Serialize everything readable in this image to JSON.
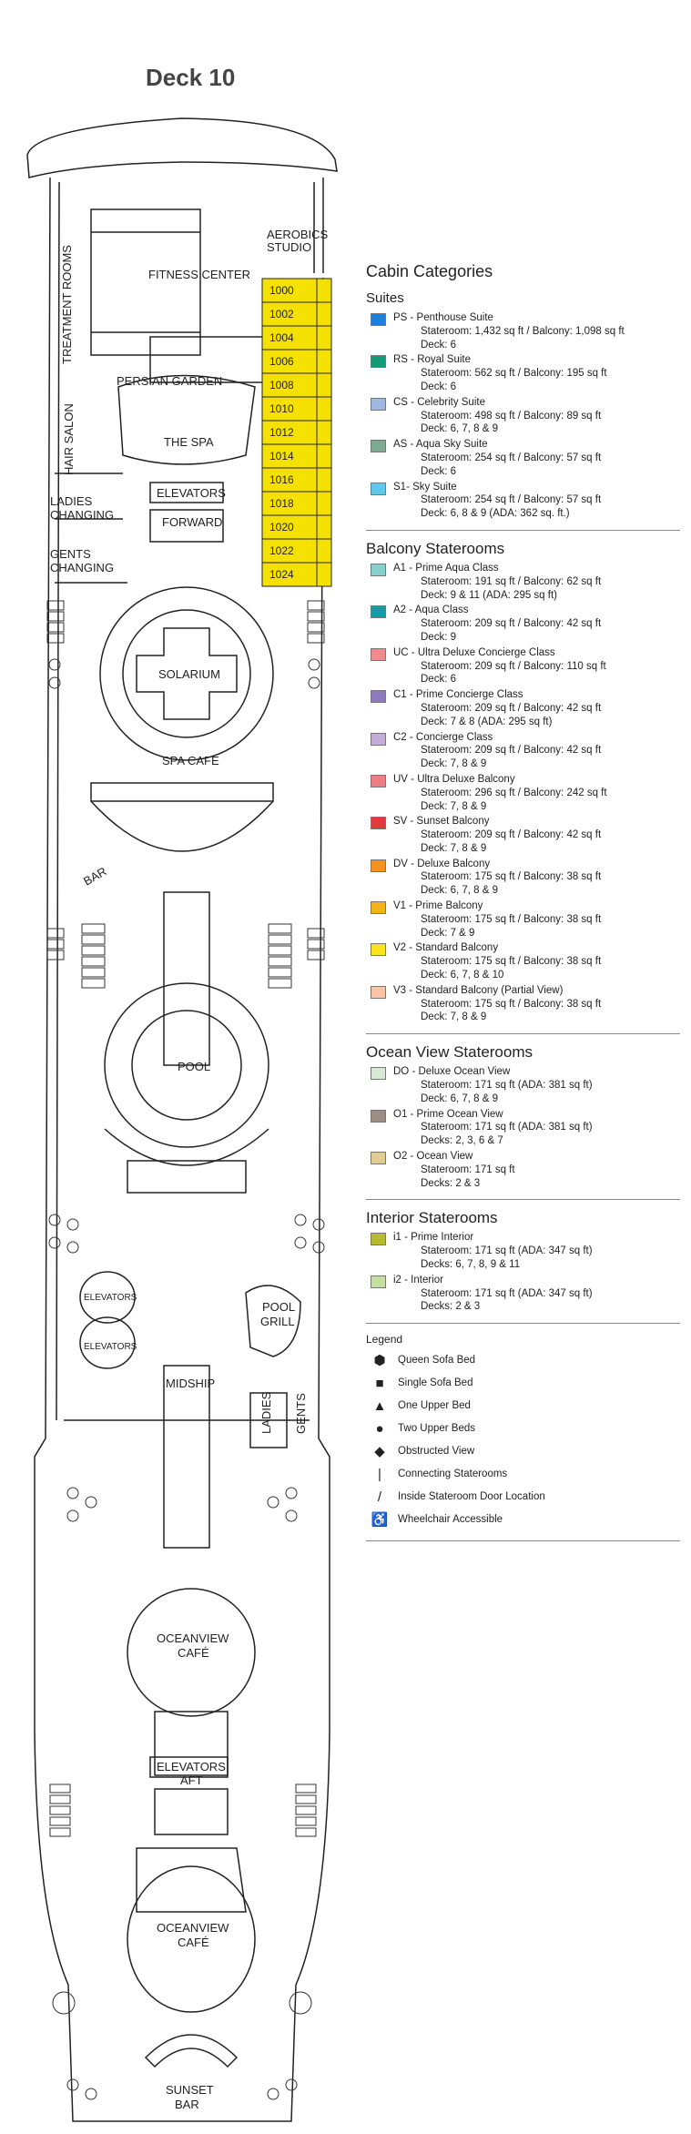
{
  "deck_title": "Deck 10",
  "ship_labels": {
    "aerobics_studio_1": "AEROBICS",
    "aerobics_studio_2": "STUDIO",
    "fitness_center": "FITNESS CENTER",
    "treatment_rooms": "TREATMENT ROOMS",
    "persian_garden": "PERSIAN GARDEN",
    "hair_salon": "HAIR SALON",
    "the_spa": "THE SPA",
    "elevators_forward": "ELEVATORS",
    "ladies_changing_1": "LADIES",
    "ladies_changing_2": "CHANGING",
    "forward": "FORWARD",
    "gents_changing_1": "GENTS",
    "gents_changing_2": "CHANGING",
    "solarium": "SOLARIUM",
    "spa_cafe": "SPA CAFÉ",
    "bar": "BAR",
    "pool": "POOL",
    "elevators_mid_1": "ELEVATORS",
    "elevators_mid_2": "ELEVATORS",
    "pool_grill_1": "POOL",
    "pool_grill_2": "GRILL",
    "midship": "MIDSHIP",
    "ladies": "LADIES",
    "gents": "GENTS",
    "oceanview_cafe_1a": "OCEANVIEW",
    "oceanview_cafe_1b": "CAFÉ",
    "elevators_aft": "ELEVATORS",
    "aft": "AFT",
    "oceanview_cafe_2a": "OCEANVIEW",
    "oceanview_cafe_2b": "CAFÉ",
    "sunset_bar_1": "SUNSET",
    "sunset_bar_2": "BAR"
  },
  "cabins": [
    "1000",
    "1002",
    "1004",
    "1006",
    "1008",
    "1010",
    "1012",
    "1014",
    "1016",
    "1018",
    "1020",
    "1022",
    "1024"
  ],
  "colors": {
    "cabin_fill": "#f5e100",
    "ps": "#1e7fd8",
    "rs": "#139a78",
    "cs": "#9fb8e0",
    "as": "#7fa895",
    "s1": "#5ec8ef",
    "a1": "#86d0cf",
    "a2": "#1799a5",
    "uc": "#ef8a8d",
    "c1": "#8f79b9",
    "c2": "#c2aed8",
    "uv": "#ee7d86",
    "sv": "#e0393f",
    "dv": "#f19222",
    "v1": "#f4b21d",
    "v2": "#fbe41a",
    "v3": "#f8c5a8",
    "do": "#d7e8d4",
    "o1": "#9d8e83",
    "o2": "#e2cc94",
    "i1": "#b7ba2c",
    "i2": "#c4e0a3"
  },
  "legend": {
    "heading": "Cabin Categories",
    "suites": {
      "title": "Suites",
      "items": [
        {
          "key": "ps",
          "name": "PS - Penthouse Suite",
          "lines": [
            "Stateroom: 1,432 sq ft / Balcony: 1,098 sq ft",
            "Deck: 6"
          ]
        },
        {
          "key": "rs",
          "name": "RS - Royal Suite",
          "lines": [
            "Stateroom: 562 sq ft / Balcony: 195 sq ft",
            "Deck: 6"
          ]
        },
        {
          "key": "cs",
          "name": "CS - Celebrity Suite",
          "lines": [
            "Stateroom: 498 sq ft / Balcony: 89 sq ft",
            "Deck: 6, 7, 8 & 9"
          ]
        },
        {
          "key": "as",
          "name": "AS - Aqua Sky Suite",
          "lines": [
            "Stateroom: 254 sq ft / Balcony: 57 sq ft",
            "Deck: 6"
          ]
        },
        {
          "key": "s1",
          "name": "S1- Sky Suite",
          "lines": [
            "Stateroom: 254 sq ft / Balcony: 57 sq ft",
            "Deck: 6, 8 & 9     (ADA: 362 sq. ft.)"
          ]
        }
      ]
    },
    "balcony": {
      "title": "Balcony Staterooms",
      "items": [
        {
          "key": "a1",
          "name": "A1 - Prime Aqua Class",
          "lines": [
            "Stateroom: 191 sq ft / Balcony: 62 sq ft",
            "Deck: 9 & 11   (ADA: 295 sq ft)"
          ]
        },
        {
          "key": "a2",
          "name": "A2 - Aqua Class",
          "lines": [
            "Stateroom: 209 sq ft / Balcony: 42 sq ft",
            "Deck: 9"
          ]
        },
        {
          "key": "uc",
          "name": "UC - Ultra Deluxe Concierge Class",
          "lines": [
            "Stateroom: 209 sq ft / Balcony: 110 sq ft",
            "Deck: 6"
          ]
        },
        {
          "key": "c1",
          "name": "C1 - Prime Concierge Class",
          "lines": [
            "Stateroom: 209 sq ft / Balcony: 42 sq ft",
            "Deck: 7 & 8    (ADA: 295 sq ft)"
          ]
        },
        {
          "key": "c2",
          "name": "C2 - Concierge Class",
          "lines": [
            "Stateroom: 209 sq ft / Balcony: 42 sq ft",
            "Deck: 7, 8 & 9"
          ]
        },
        {
          "key": "uv",
          "name": "UV - Ultra Deluxe Balcony",
          "lines": [
            "Stateroom: 296 sq ft / Balcony: 242 sq ft",
            "Deck: 7, 8 & 9"
          ]
        },
        {
          "key": "sv",
          "name": "SV - Sunset Balcony",
          "lines": [
            "Stateroom: 209 sq ft / Balcony: 42 sq ft",
            "Deck: 7, 8 & 9"
          ]
        },
        {
          "key": "dv",
          "name": "DV - Deluxe Balcony",
          "lines": [
            "Stateroom: 175 sq ft / Balcony: 38 sq ft",
            "Deck: 6, 7, 8 & 9"
          ]
        },
        {
          "key": "v1",
          "name": "V1 - Prime Balcony",
          "lines": [
            "Stateroom: 175 sq ft / Balcony: 38 sq ft",
            "Deck: 7 & 9"
          ]
        },
        {
          "key": "v2",
          "name": "V2 - Standard Balcony",
          "lines": [
            "Stateroom: 175 sq ft / Balcony: 38 sq ft",
            "Deck: 6, 7, 8 & 10"
          ]
        },
        {
          "key": "v3",
          "name": "V3 - Standard Balcony (Partial View)",
          "lines": [
            "Stateroom: 175 sq ft / Balcony: 38 sq ft",
            "Deck: 7, 8 & 9"
          ]
        }
      ]
    },
    "ocean": {
      "title": "Ocean View Staterooms",
      "items": [
        {
          "key": "do",
          "name": "DO - Deluxe Ocean View",
          "lines": [
            "Stateroom: 171 sq ft (ADA: 381 sq ft)",
            "Deck: 6, 7, 8 & 9"
          ]
        },
        {
          "key": "o1",
          "name": "O1 - Prime Ocean View",
          "lines": [
            "Stateroom: 171 sq ft (ADA: 381 sq ft)",
            "Decks: 2, 3, 6 & 7"
          ]
        },
        {
          "key": "o2",
          "name": "O2 - Ocean View",
          "lines": [
            "Stateroom: 171 sq ft",
            "Decks: 2 & 3"
          ]
        }
      ]
    },
    "interior": {
      "title": "Interior Staterooms",
      "items": [
        {
          "key": "i1",
          "name": "i1 - Prime Interior",
          "lines": [
            "Stateroom: 171 sq ft (ADA: 347 sq ft)",
            "Decks: 6, 7, 8, 9 & 11"
          ]
        },
        {
          "key": "i2",
          "name": "i2 - Interior",
          "lines": [
            "Stateroom: 171 sq ft (ADA: 347 sq ft)",
            "Decks: 2 & 3"
          ]
        }
      ]
    },
    "symbols": {
      "title": "Legend",
      "items": [
        {
          "icon": "hexagon-icon",
          "glyph": "⬢",
          "label": "Queen Sofa Bed"
        },
        {
          "icon": "square-icon",
          "glyph": "■",
          "label": "Single Sofa Bed"
        },
        {
          "icon": "triangle-icon",
          "glyph": "▲",
          "label": "One Upper Bed"
        },
        {
          "icon": "circle-icon",
          "glyph": "●",
          "label": "Two Upper Beds"
        },
        {
          "icon": "diamond-icon",
          "glyph": "◆",
          "label": "Obstructed View"
        },
        {
          "icon": "bar-icon",
          "glyph": "|",
          "label": "Connecting Staterooms"
        },
        {
          "icon": "slash-icon",
          "glyph": "/",
          "label": "Inside Stateroom Door Location"
        },
        {
          "icon": "wheelchair-icon",
          "glyph": "♿",
          "label": "Wheelchair Accessible"
        }
      ]
    }
  }
}
